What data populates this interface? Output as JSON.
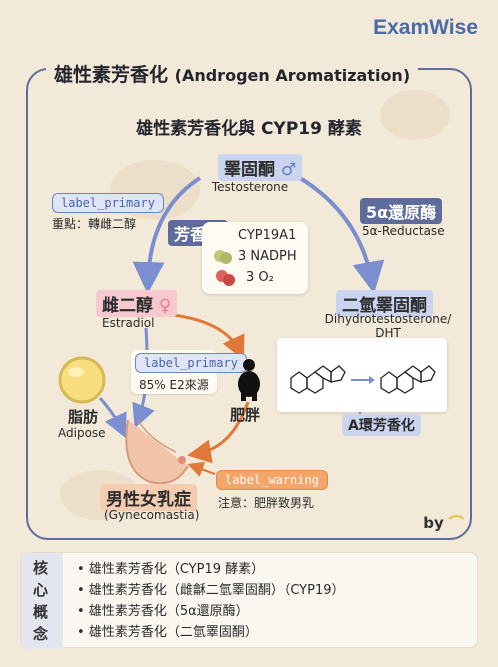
{
  "brand": "ExamWise",
  "title": {
    "zh": "雄性素芳香化",
    "en": "(Androgen Aromatization)"
  },
  "subtitle": "雄性素芳香化與 CYP19 酵素",
  "nodes": {
    "testosterone": {
      "zh": "睪固酮",
      "symbol": "♂",
      "en": "Testosterone"
    },
    "estradiol": {
      "zh": "雌二醇",
      "symbol": "♀",
      "en": "Estradiol"
    },
    "dht": {
      "zh": "二氫睪固酮",
      "en_line1": "Dihydrotestosterone/",
      "en_line2": "DHT"
    },
    "reductase": {
      "zh": "5α還原酶",
      "en": "5α-Reductase"
    },
    "gynecomastia": {
      "zh": "男性女乳症",
      "en": "(Gynecomastia)"
    },
    "adipose": {
      "zh": "脂肪",
      "en": "Adipose"
    },
    "obesity": {
      "zh": "肥胖"
    }
  },
  "enzyme": {
    "tag": "芳香酶",
    "name": "CYP19A1",
    "cofactor1": "3 NADPH",
    "cofactor2": "3 O₂"
  },
  "labels": {
    "primary_1": {
      "tag": "label_primary",
      "note": "重點：轉雌二醇"
    },
    "primary_2": {
      "tag": "label_primary",
      "note": "85% E2來源"
    },
    "warning": {
      "tag": "label_warning",
      "note": "注意：肥胖致男乳"
    },
    "ring": "A環芳香化"
  },
  "byline": "by",
  "concepts": {
    "heading": [
      "核",
      "心",
      "概",
      "念"
    ],
    "items": [
      "雄性素芳香化（CYP19 酵素）",
      "雄性素芳香化（雌龢二氫睪固酮）（CYP19）",
      "雄性素芳香化（5α還原酶）",
      "雄性素芳香化（二氫睪固酮）"
    ]
  },
  "colors": {
    "frame": "#5d6c9a",
    "arrow_blue": "#7b8fd0",
    "arrow_orange": "#e0783a",
    "pink_highlight": "#f7c9cf",
    "blue_highlight": "#c9d4ee"
  }
}
